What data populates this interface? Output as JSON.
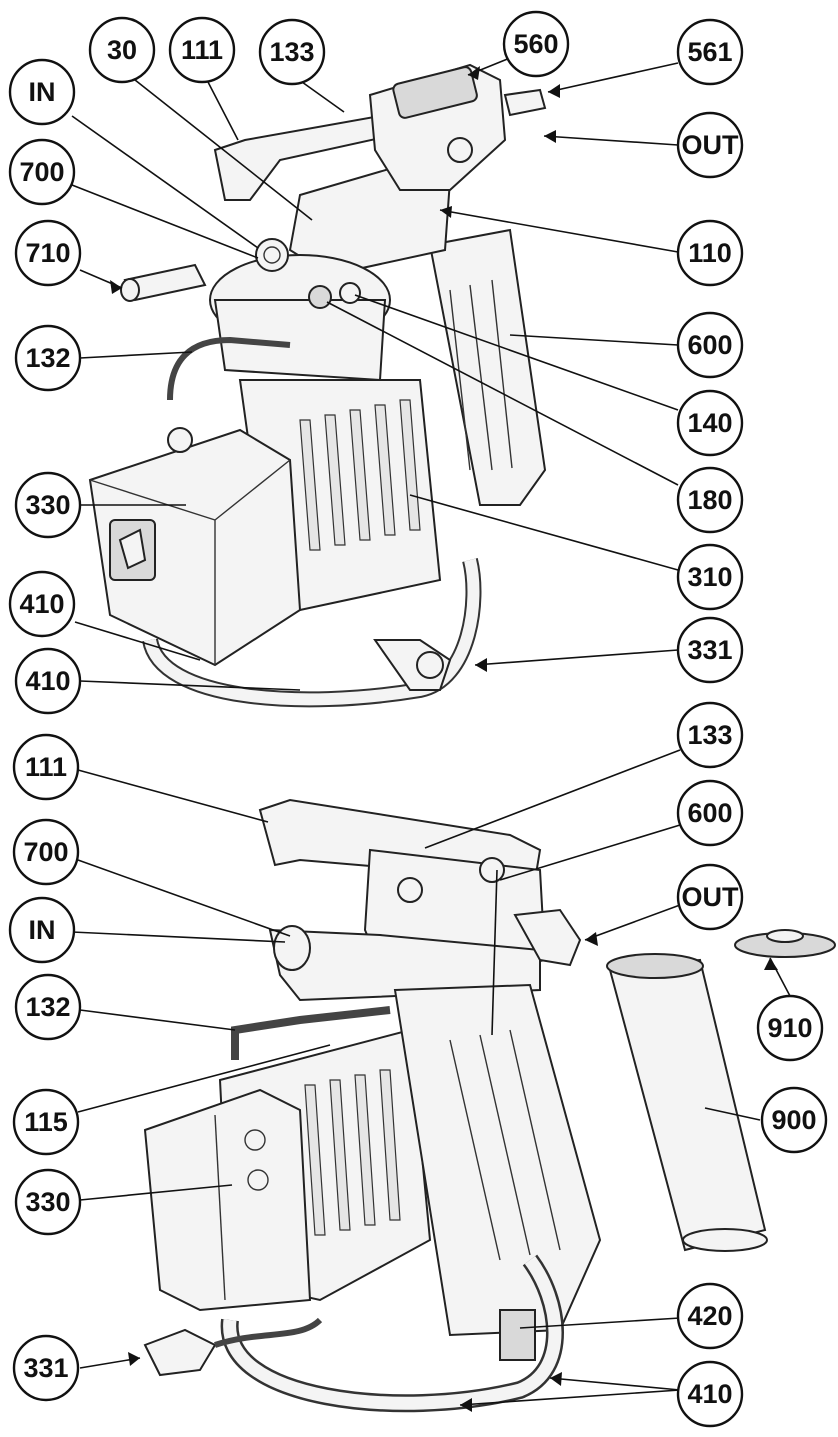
{
  "callouts": [
    {
      "id": "c30",
      "label": "30"
    },
    {
      "id": "c111a",
      "label": "111"
    },
    {
      "id": "c133a",
      "label": "133"
    },
    {
      "id": "c560",
      "label": "560"
    },
    {
      "id": "c561",
      "label": "561"
    },
    {
      "id": "cINa",
      "label": "IN"
    },
    {
      "id": "cOUTa",
      "label": "OUT"
    },
    {
      "id": "c700a",
      "label": "700"
    },
    {
      "id": "c710",
      "label": "710"
    },
    {
      "id": "c110",
      "label": "110"
    },
    {
      "id": "c600a",
      "label": "600"
    },
    {
      "id": "c132a",
      "label": "132"
    },
    {
      "id": "c140",
      "label": "140"
    },
    {
      "id": "c180",
      "label": "180"
    },
    {
      "id": "c330a",
      "label": "330"
    },
    {
      "id": "c310",
      "label": "310"
    },
    {
      "id": "c410a",
      "label": "410"
    },
    {
      "id": "c331a",
      "label": "331"
    },
    {
      "id": "c410b",
      "label": "410"
    },
    {
      "id": "c111b",
      "label": "111"
    },
    {
      "id": "c133b",
      "label": "133"
    },
    {
      "id": "c600b",
      "label": "600"
    },
    {
      "id": "c700b",
      "label": "700"
    },
    {
      "id": "cOUTb",
      "label": "OUT"
    },
    {
      "id": "cINb",
      "label": "IN"
    },
    {
      "id": "c132b",
      "label": "132"
    },
    {
      "id": "c910",
      "label": "910"
    },
    {
      "id": "c115",
      "label": "115"
    },
    {
      "id": "c900",
      "label": "900"
    },
    {
      "id": "c330b",
      "label": "330"
    },
    {
      "id": "c420",
      "label": "420"
    },
    {
      "id": "c331b",
      "label": "331"
    },
    {
      "id": "c410c",
      "label": "410"
    }
  ]
}
